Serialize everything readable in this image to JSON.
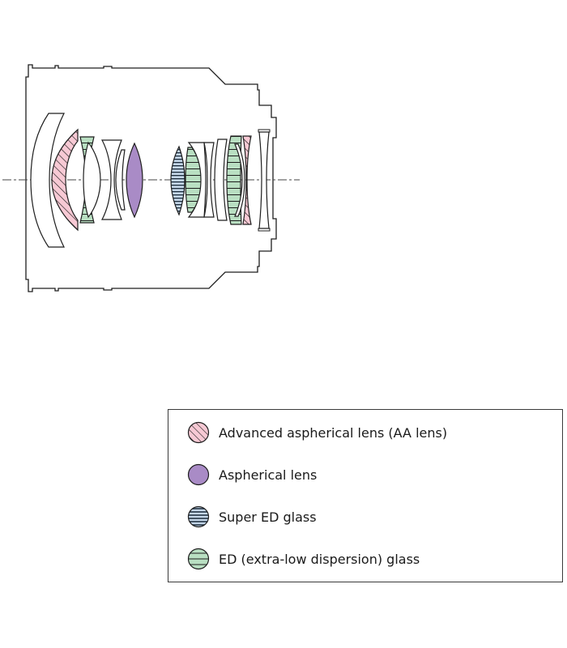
{
  "colors": {
    "outline": "#1e1e1e",
    "aa_fill": "#f7c9d4",
    "aa_hatch": "#1e1e1e",
    "aspherical_fill": "#a98bc6",
    "super_ed_fill": "#c5d7e9",
    "super_ed_stripe": "#1a2a3a",
    "ed_fill": "#b9dfc2",
    "ed_stripe": "#1e1e1e",
    "axis": "#444444"
  },
  "legend": {
    "items": [
      {
        "key": "aa",
        "label": "Advanced aspherical lens (AA lens)",
        "icon": "aa-lens-swatch-icon"
      },
      {
        "key": "aspherical",
        "label": "Aspherical lens",
        "icon": "aspherical-lens-swatch-icon"
      },
      {
        "key": "super_ed",
        "label": "Super ED glass",
        "icon": "super-ed-glass-swatch-icon"
      },
      {
        "key": "ed",
        "label": "ED (extra-low dispersion) glass",
        "icon": "ed-glass-swatch-icon"
      }
    ]
  }
}
